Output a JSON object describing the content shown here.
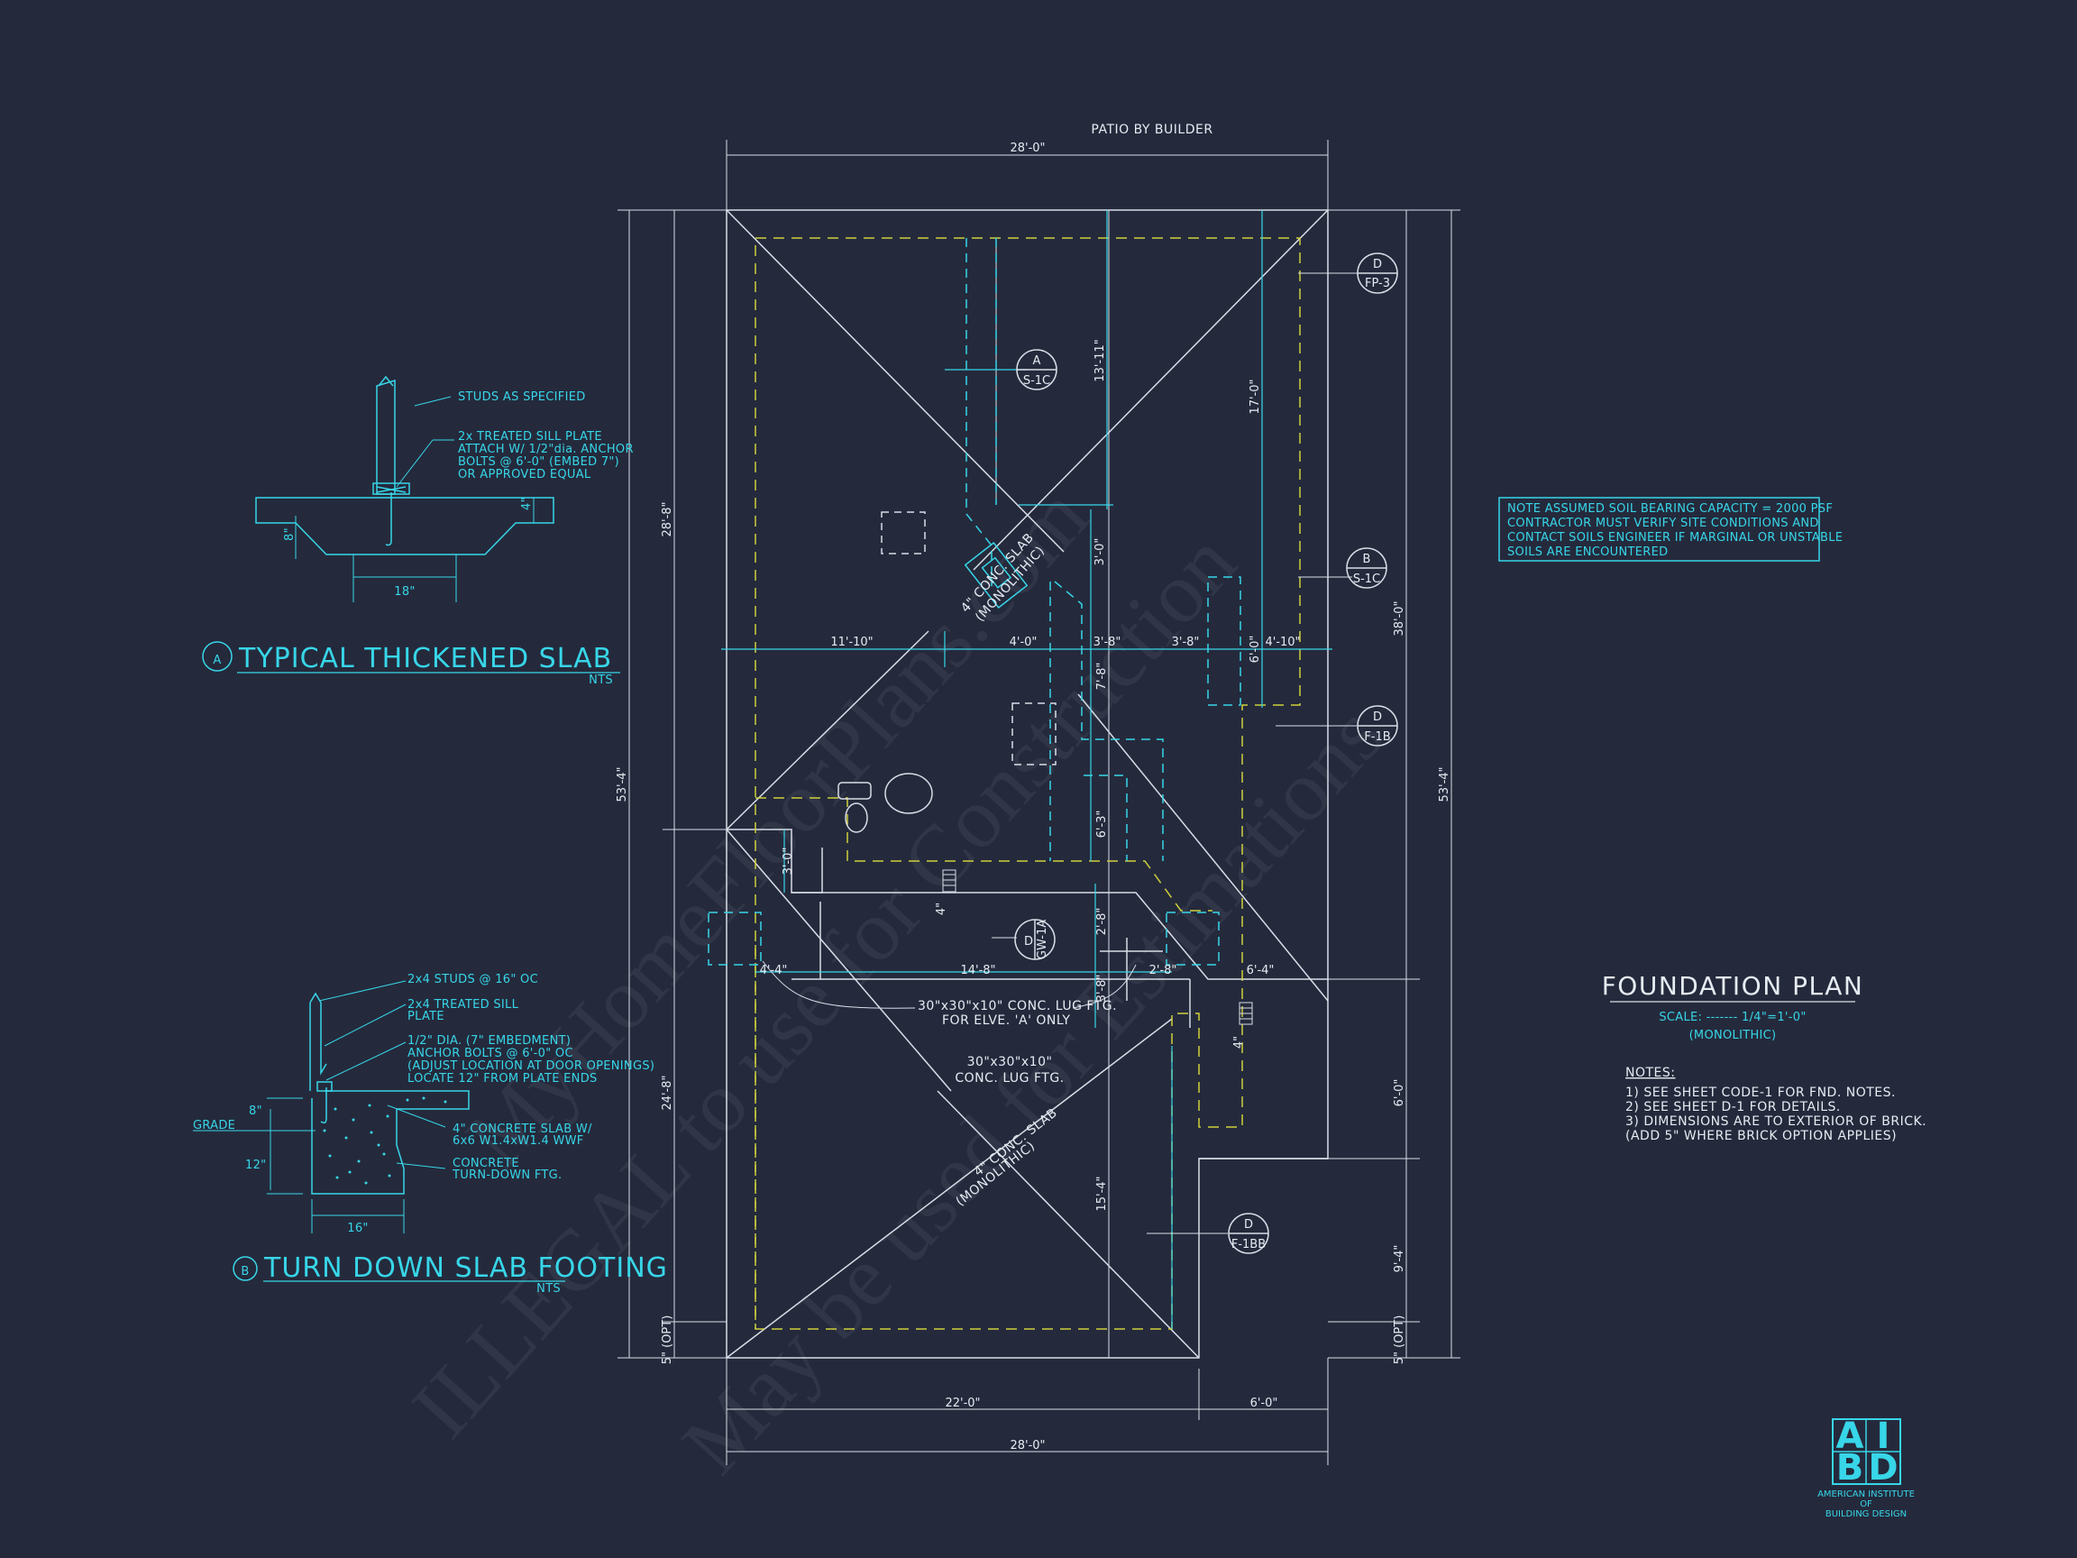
{
  "colors": {
    "background": "#242a3c",
    "line_white": "#d9dde6",
    "line_cyan": "#37d6e8",
    "line_yellow": "#cfcf3c"
  },
  "plan": {
    "top_label": "PATIO BY BUILDER",
    "title": "FOUNDATION PLAN",
    "scale": "SCALE: ------- 1/4\"=1'-0\"",
    "subtitle": "(MONOLITHIC)",
    "slab_label_1": "4\" CONC. SLAB",
    "slab_label_1b": "(MONOLITHIC)",
    "slab_label_2": "4\" CONC. SLAB",
    "slab_label_2b": "(MONOLITHIC)",
    "footing_note": "30\"x30\"x10\" CONC. LUG FTG.",
    "footing_note_b": "FOR ELVE. 'A' ONLY",
    "footing_note_2": "30\"x30\"x10\"",
    "footing_note_2b": "CONC. LUG FTG."
  },
  "soil_note": [
    "NOTE ASSUMED SOIL BEARING CAPACITY = 2000 PSF",
    "CONTRACTOR MUST VERIFY SITE CONDITIONS AND",
    "CONTACT SOILS ENGINEER IF MARGINAL OR UNSTABLE",
    "SOILS ARE ENCOUNTERED"
  ],
  "notes": {
    "heading": "NOTES:",
    "items": [
      "1)  SEE SHEET CODE-1 FOR FND. NOTES.",
      "2)  SEE SHEET D-1 FOR DETAILS.",
      "3)  DIMENSIONS ARE TO EXTERIOR OF BRICK.",
      "     (ADD 5\" WHERE BRICK OPTION APPLIES)"
    ]
  },
  "dimensions": {
    "top": "28'-0\"",
    "bottom_total": "28'-0\"",
    "bottom_left": "22'-0\"",
    "bottom_right": "6'-0\"",
    "left_outer": "53'-4\"",
    "left_upper": "28'-8\"",
    "left_lower": "24'-8\"",
    "left_opt": "5\" (OPT)",
    "right_outer": "53'-4\"",
    "right_upper": "38'-0\"",
    "right_mid": "6'-0\"",
    "right_lower": "9'-4\"",
    "right_opt": "5\" (OPT)",
    "row_1": "11'-10\"",
    "row_2": "4'-0\"",
    "row_3": "3'-8\"",
    "row_4": "3'-8\"",
    "row_5": "4'-10\"",
    "v_13_11": "13'-11\"",
    "v_3_0": "3'-0\"",
    "v_17_0": "17'-0\"",
    "v_6_0": "6'-0\"",
    "v_7_8": "7'-8\"",
    "v_6_3": "6'-3\"",
    "v_3_0b": "3'-0\"",
    "v_4": "4\"",
    "v_2_8": "2'-8\"",
    "v_3_8": "3'-8\"",
    "v_4b": "4\"",
    "v_15_4": "15'-4\"",
    "h_4_4": "4'-4\"",
    "h_14_8": "14'-8\"",
    "h_2_8": "2'-8\"",
    "h_6_4": "6'-4\""
  },
  "callouts": [
    {
      "letter": "D",
      "sheet": "FP-3"
    },
    {
      "letter": "A",
      "sheet": "S-1C"
    },
    {
      "letter": "B",
      "sheet": "S-1C"
    },
    {
      "letter": "D",
      "sheet": "F-1B"
    },
    {
      "letter": "D",
      "sheet": "GW-1A"
    },
    {
      "letter": "D",
      "sheet": "F-1BB"
    }
  ],
  "detail_a": {
    "letter": "A",
    "title": "TYPICAL THICKENED SLAB",
    "nts": "NTS",
    "note_1": "STUDS AS SPECIFIED",
    "note_2": [
      "2x  TREATED SILL PLATE",
      "ATTACH W/ 1/2\"dia. ANCHOR",
      "BOLTS @ 6'-0\" (EMBED 7\")",
      "OR APPROVED EQUAL"
    ],
    "dim_width": "18\"",
    "dim_thick": "4\"",
    "dim_depth": "8\""
  },
  "detail_b": {
    "letter": "B",
    "title": "TURN DOWN SLAB FOOTING",
    "nts": "NTS",
    "note_1": "2x4 STUDS @ 16\" OC",
    "note_2": [
      "2x4 TREATED SILL",
      "PLATE"
    ],
    "note_3": [
      "1/2\" DIA. (7\" EMBEDMENT)",
      "ANCHOR BOLTS @ 6'-0\" OC",
      "(ADJUST LOCATION AT DOOR OPENINGS)",
      "LOCATE 12\" FROM PLATE ENDS"
    ],
    "note_4": [
      "4\" CONCRETE SLAB W/",
      "6x6 W1.4xW1.4 WWF"
    ],
    "note_5": [
      "CONCRETE",
      "TURN-DOWN FTG."
    ],
    "grade": "GRADE",
    "dim_8": "8\"",
    "dim_12": "12\"",
    "dim_16": "16\""
  },
  "watermark": [
    "MyHomeFloorPlans.com",
    "ILLEGAL to use for Construction",
    "May be used for Estimations"
  ],
  "logo": {
    "letters": [
      "A",
      "I",
      "B",
      "D"
    ],
    "line_1": "AMERICAN INSTITUTE",
    "line_2": "OF",
    "line_3": "BUILDING DESIGN"
  }
}
